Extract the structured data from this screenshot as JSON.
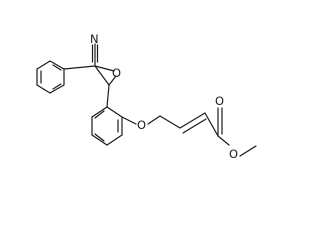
{
  "molecule": {
    "atom_labels": {
      "nitrile_n": "N",
      "epoxide_o": "O",
      "ether_o": "O",
      "carbonyl_o": "O",
      "ester_o": "O"
    },
    "colors": {
      "bond": "#1a1a1a",
      "background": "#ffffff"
    }
  }
}
